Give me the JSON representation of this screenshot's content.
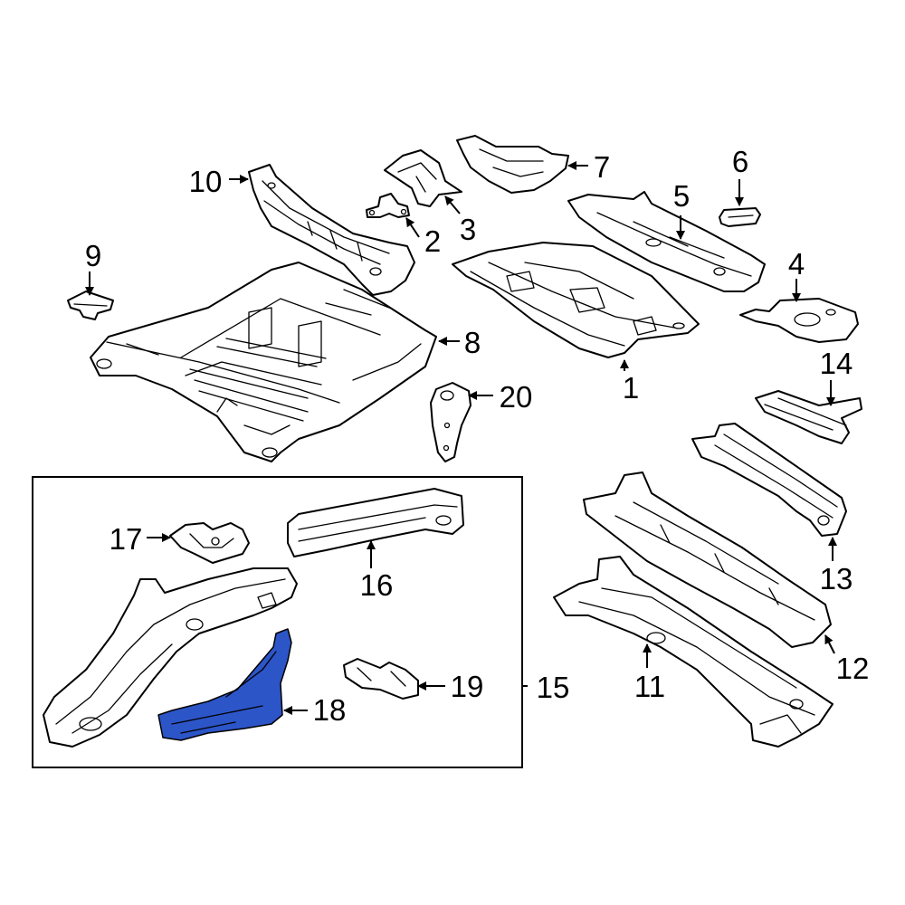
{
  "callouts": [
    "1",
    "2",
    "3",
    "4",
    "5",
    "6",
    "7",
    "8",
    "9",
    "10",
    "11",
    "12",
    "13",
    "14",
    "15",
    "16",
    "17",
    "18",
    "19",
    "20"
  ],
  "colors": {
    "highlight": "#2c55c8",
    "line": "#000000",
    "background": "#ffffff"
  }
}
